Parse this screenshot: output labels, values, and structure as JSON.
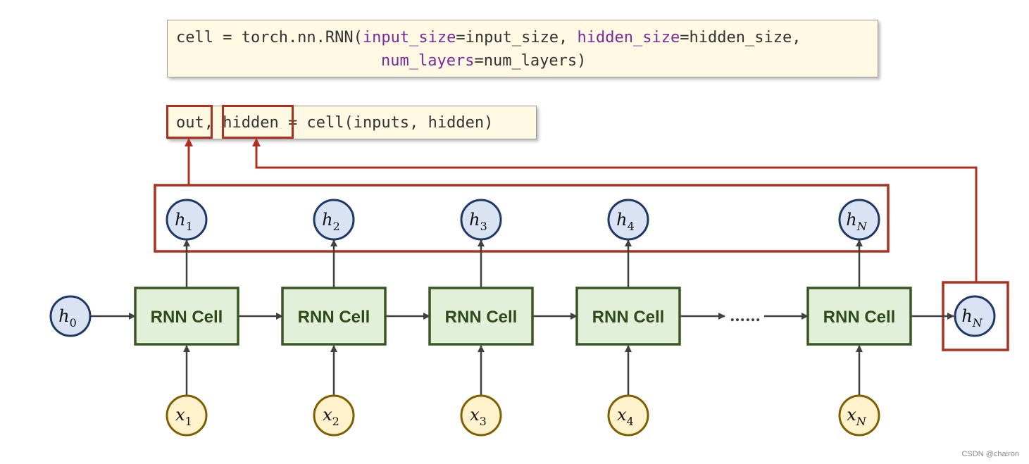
{
  "code_top": {
    "line1_a": "cell = torch.nn.RNN(",
    "line1_kw1": "input_size",
    "line1_b": "=input_size, ",
    "line1_kw2": "hidden_size",
    "line1_c": "=hidden_size,",
    "line2_kw": "num_layers",
    "line2_b": "=num_layers)"
  },
  "code_call": {
    "out": "out",
    "comma": ",",
    "hidden": "hidden",
    "rest": " = cell(inputs, hidden)"
  },
  "cells": [
    {
      "label": "RNN Cell",
      "h_sub": "1",
      "x_sub": "1"
    },
    {
      "label": "RNN Cell",
      "h_sub": "2",
      "x_sub": "2"
    },
    {
      "label": "RNN Cell",
      "h_sub": "3",
      "x_sub": "3"
    },
    {
      "label": "RNN Cell",
      "h_sub": "4",
      "x_sub": "4"
    },
    {
      "label": "RNN Cell",
      "h_sub": "N",
      "x_sub": "N"
    }
  ],
  "h_initial": {
    "var": "h",
    "sub": "0"
  },
  "h_final": {
    "var": "h",
    "sub": "N"
  },
  "var_h": "h",
  "var_x": "x",
  "ellipsis": "……",
  "watermark": "CSDN @chairon",
  "colors": {
    "highlight": "#b0301f",
    "cell_fill": "#e2efd9",
    "cell_border": "#385723",
    "h_fill": "#dae3f3",
    "h_border": "#1f3864",
    "x_fill": "#fff2cc",
    "x_border": "#7f6000",
    "code_bg": "#fff8e3",
    "keyword": "#7a2c9a"
  }
}
